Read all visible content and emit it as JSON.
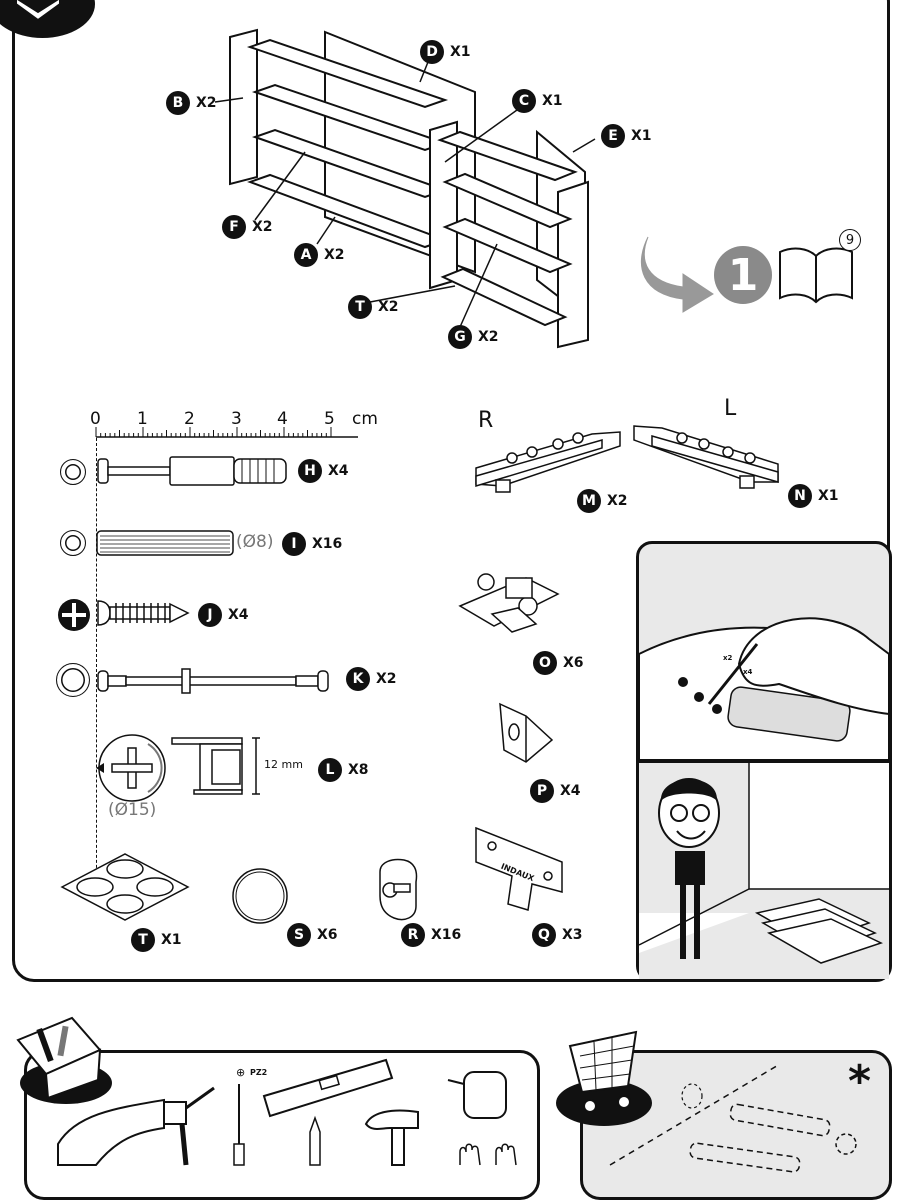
{
  "parts_top": [
    {
      "letter": "D",
      "qty": "X1"
    },
    {
      "letter": "B",
      "qty": "X2"
    },
    {
      "letter": "C",
      "qty": "X1"
    },
    {
      "letter": "E",
      "qty": "X1"
    },
    {
      "letter": "F",
      "qty": "X2"
    },
    {
      "letter": "A",
      "qty": "X2"
    },
    {
      "letter": "T",
      "qty": "X2"
    },
    {
      "letter": "G",
      "qty": "X2"
    }
  ],
  "step": {
    "number": "1",
    "page": "9"
  },
  "ruler": {
    "ticks": [
      "0",
      "1",
      "2",
      "3",
      "4",
      "5"
    ],
    "unit": "cm"
  },
  "hardware": [
    {
      "letter": "H",
      "qty": "X4"
    },
    {
      "letter": "I",
      "qty": "X16",
      "note": "(Ø8)"
    },
    {
      "letter": "J",
      "qty": "X4"
    },
    {
      "letter": "K",
      "qty": "X2"
    },
    {
      "letter": "L",
      "qty": "X8",
      "size": "12 mm",
      "diameter": "(Ø15)"
    },
    {
      "letter": "T",
      "qty": "X1"
    },
    {
      "letter": "S",
      "qty": "X6"
    },
    {
      "letter": "R",
      "qty": "X16"
    },
    {
      "letter": "M",
      "qty": "X2"
    },
    {
      "letter": "N",
      "qty": "X1"
    },
    {
      "letter": "O",
      "qty": "X6"
    },
    {
      "letter": "P",
      "qty": "X4"
    },
    {
      "letter": "Q",
      "qty": "X3"
    }
  ],
  "slides": {
    "right": "R",
    "left": "L"
  },
  "brand": "INDAUX",
  "tools": {
    "screwdriver": "PZ2"
  },
  "sheet": {
    "k_count": "x2",
    "j_count": "x4"
  },
  "asterisk": "*"
}
